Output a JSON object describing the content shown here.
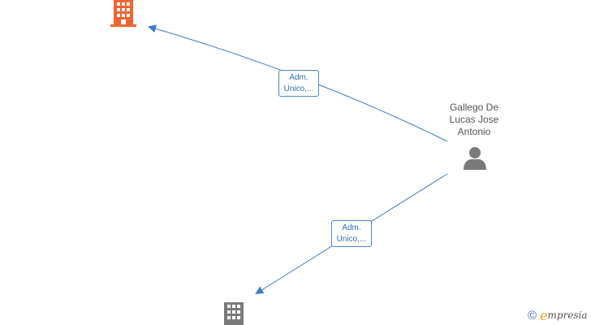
{
  "nodes": {
    "company_top": {
      "icon": "building-icon",
      "color": "#f26430"
    },
    "company_bottom": {
      "icon": "building-icon",
      "color": "#7a7a7a"
    },
    "person": {
      "icon": "person-icon",
      "color": "#7a7a7a",
      "name_lines": [
        "Gallego De",
        "Lucas Jose",
        "Antonio"
      ]
    }
  },
  "edges": [
    {
      "from": "person",
      "to": "company_top",
      "label_lines": [
        "Adm.",
        "Unico,..."
      ]
    },
    {
      "from": "person",
      "to": "company_bottom",
      "label_lines": [
        "Adm.",
        "Unico,..."
      ]
    }
  ],
  "colors": {
    "edge": "#3d7cc9"
  },
  "footer": {
    "copyright_symbol": "©",
    "brand_initial": "e",
    "brand_rest": "mpresia"
  }
}
